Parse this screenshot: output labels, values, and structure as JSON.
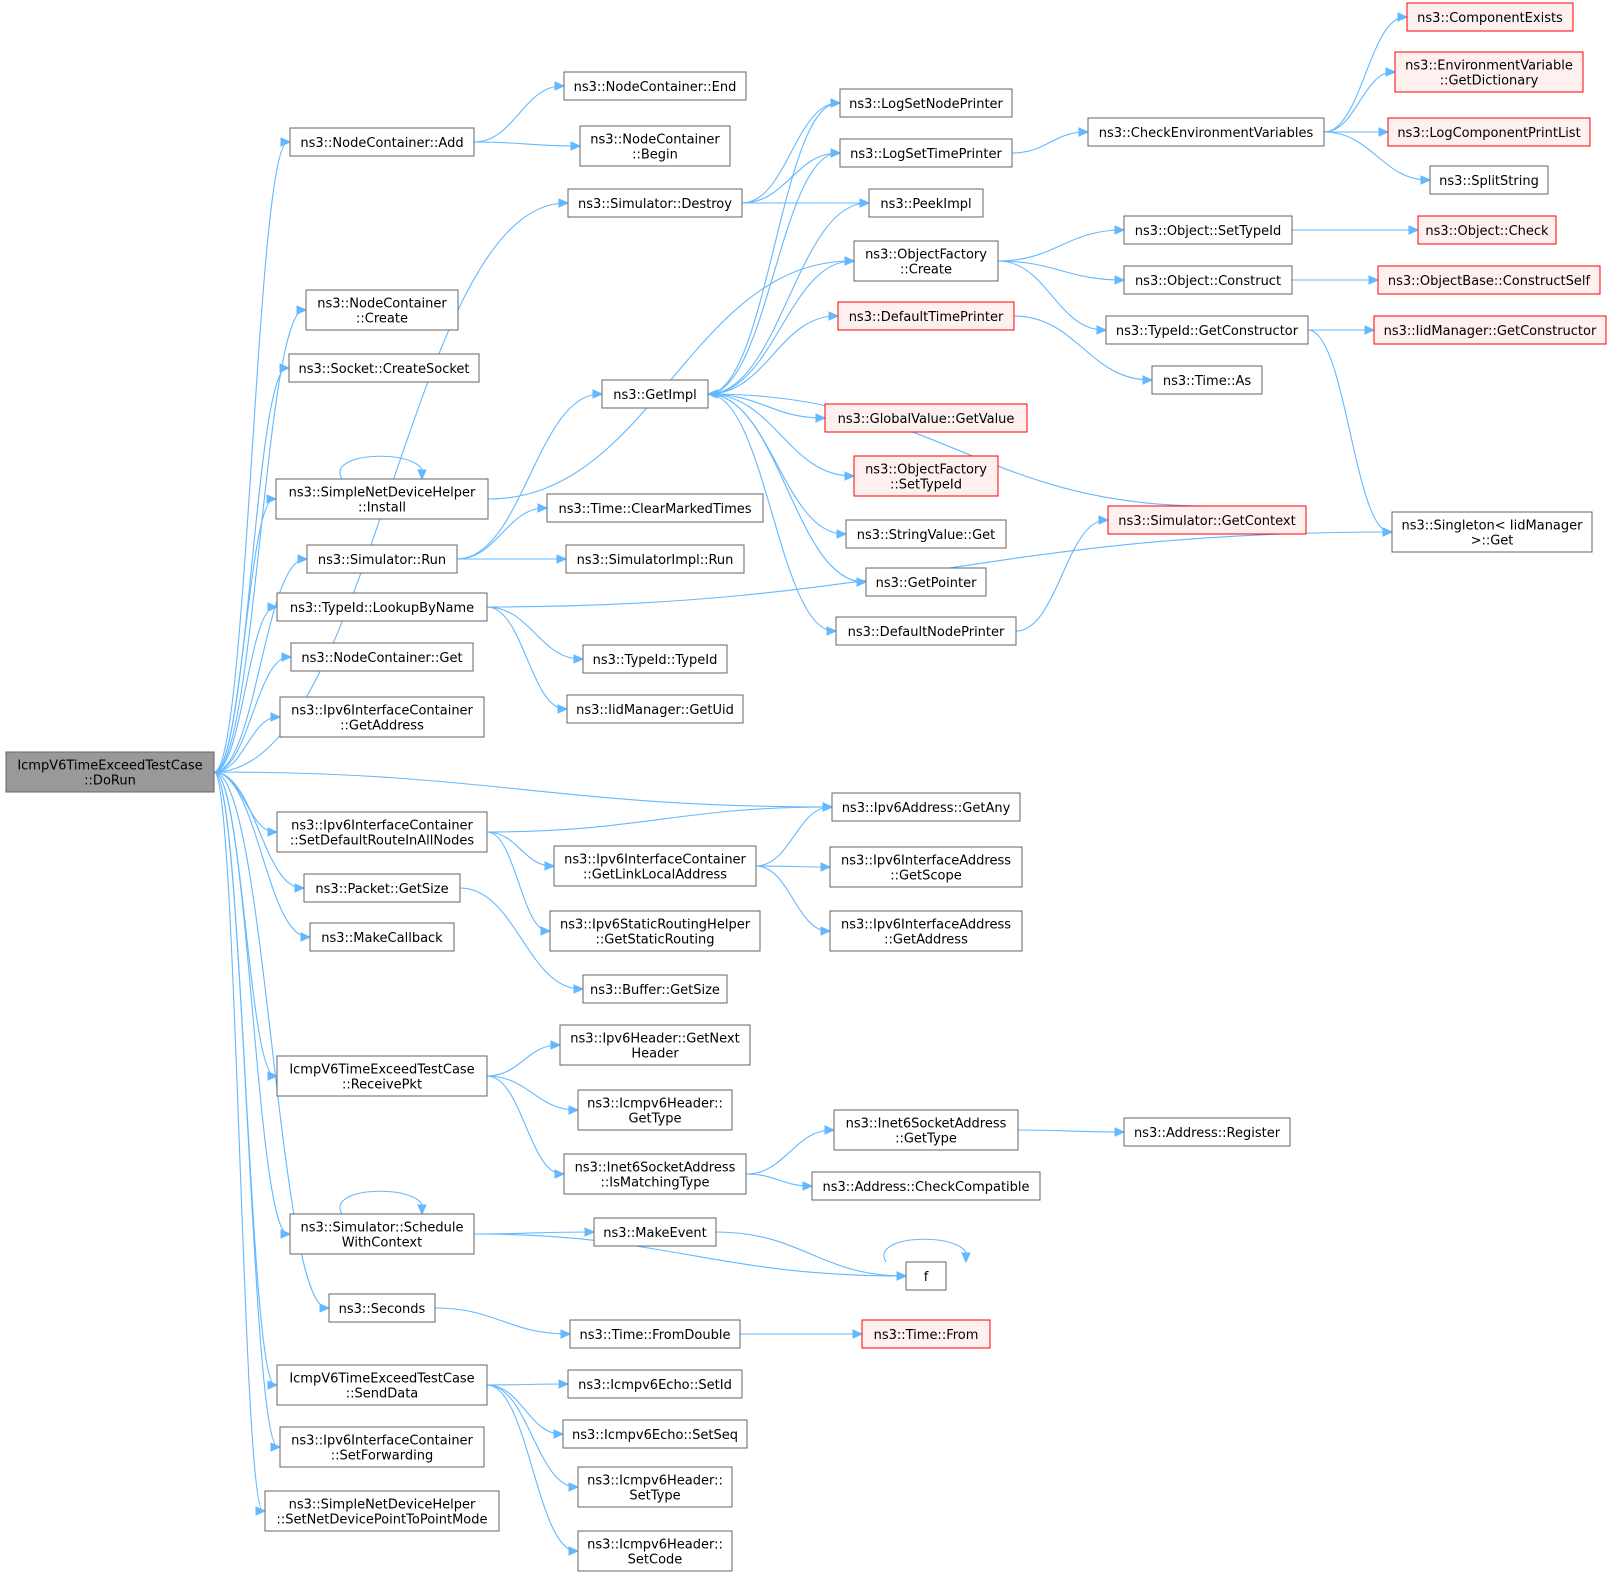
{
  "diagram": {
    "type": "call-graph",
    "edge_color": "#63b8ff",
    "node_border_color": "#666666",
    "root_fill_color": "#999999",
    "external_border_color": "#ff0000",
    "nodes": [
      {
        "id": "root",
        "lines": [
          "IcmpV6TimeExceedTestCase",
          "::DoRun"
        ],
        "style": "root"
      },
      {
        "id": "nc_add",
        "lines": [
          "ns3::NodeContainer::Add"
        ]
      },
      {
        "id": "nc_create",
        "lines": [
          "ns3::NodeContainer",
          "::Create"
        ]
      },
      {
        "id": "sock_create",
        "lines": [
          "ns3::Socket::CreateSocket"
        ]
      },
      {
        "id": "sndh_install",
        "lines": [
          "ns3::SimpleNetDeviceHelper",
          "::Install"
        ]
      },
      {
        "id": "sim_run",
        "lines": [
          "ns3::Simulator::Run"
        ]
      },
      {
        "id": "tid_lookup",
        "lines": [
          "ns3::TypeId::LookupByName"
        ]
      },
      {
        "id": "nc_get",
        "lines": [
          "ns3::NodeContainer::Get"
        ]
      },
      {
        "id": "ipv6ic_getaddr",
        "lines": [
          "ns3::Ipv6InterfaceContainer",
          "::GetAddress"
        ]
      },
      {
        "id": "ipv6ic_setdef",
        "lines": [
          "ns3::Ipv6InterfaceContainer",
          "::SetDefaultRouteInAllNodes"
        ]
      },
      {
        "id": "pkt_getsize",
        "lines": [
          "ns3::Packet::GetSize"
        ]
      },
      {
        "id": "makecb",
        "lines": [
          "ns3::MakeCallback"
        ]
      },
      {
        "id": "recvpkt",
        "lines": [
          "IcmpV6TimeExceedTestCase",
          "::ReceivePkt"
        ]
      },
      {
        "id": "sched",
        "lines": [
          "ns3::Simulator::Schedule",
          "WithContext"
        ]
      },
      {
        "id": "seconds",
        "lines": [
          "ns3::Seconds"
        ]
      },
      {
        "id": "senddata",
        "lines": [
          "IcmpV6TimeExceedTestCase",
          "::SendData"
        ]
      },
      {
        "id": "ipv6ic_setfwd",
        "lines": [
          "ns3::Ipv6InterfaceContainer",
          "::SetForwarding"
        ]
      },
      {
        "id": "sndh_p2p",
        "lines": [
          "ns3::SimpleNetDeviceHelper",
          "::SetNetDevicePointToPointMode"
        ]
      },
      {
        "id": "nc_end",
        "lines": [
          "ns3::NodeContainer::End"
        ]
      },
      {
        "id": "nc_begin",
        "lines": [
          "ns3::NodeContainer",
          "::Begin"
        ]
      },
      {
        "id": "sim_destroy",
        "lines": [
          "ns3::Simulator::Destroy"
        ]
      },
      {
        "id": "getimpl",
        "lines": [
          "ns3::GetImpl"
        ]
      },
      {
        "id": "time_clear",
        "lines": [
          "ns3::Time::ClearMarkedTimes"
        ]
      },
      {
        "id": "simimpl_run",
        "lines": [
          "ns3::SimulatorImpl::Run"
        ]
      },
      {
        "id": "tid_tid",
        "lines": [
          "ns3::TypeId::TypeId"
        ]
      },
      {
        "id": "iid_getuid",
        "lines": [
          "ns3::IidManager::GetUid"
        ]
      },
      {
        "id": "ipv6ic_getlla",
        "lines": [
          "ns3::Ipv6InterfaceContainer",
          "::GetLinkLocalAddress"
        ]
      },
      {
        "id": "ipv6srh",
        "lines": [
          "ns3::Ipv6StaticRoutingHelper",
          "::GetStaticRouting"
        ]
      },
      {
        "id": "buf_getsize",
        "lines": [
          "ns3::Buffer::GetSize"
        ]
      },
      {
        "id": "ipv6h_next",
        "lines": [
          "ns3::Ipv6Header::GetNext",
          "Header"
        ]
      },
      {
        "id": "icmp6h_gettype",
        "lines": [
          "ns3::Icmpv6Header::",
          "GetType"
        ]
      },
      {
        "id": "i6sa_match",
        "lines": [
          "ns3::Inet6SocketAddress",
          "::IsMatchingType"
        ]
      },
      {
        "id": "makeevent",
        "lines": [
          "ns3::MakeEvent"
        ]
      },
      {
        "id": "time_fromdouble",
        "lines": [
          "ns3::Time::FromDouble"
        ]
      },
      {
        "id": "echo_setid",
        "lines": [
          "ns3::Icmpv6Echo::SetId"
        ]
      },
      {
        "id": "echo_setseq",
        "lines": [
          "ns3::Icmpv6Echo::SetSeq"
        ]
      },
      {
        "id": "icmp6h_settype",
        "lines": [
          "ns3::Icmpv6Header::",
          "SetType"
        ]
      },
      {
        "id": "icmp6h_setcode",
        "lines": [
          "ns3::Icmpv6Header::",
          "SetCode"
        ]
      },
      {
        "id": "log_nodeprinter",
        "lines": [
          "ns3::LogSetNodePrinter"
        ]
      },
      {
        "id": "log_timeprinter",
        "lines": [
          "ns3::LogSetTimePrinter"
        ]
      },
      {
        "id": "peekimpl",
        "lines": [
          "ns3::PeekImpl"
        ]
      },
      {
        "id": "of_create",
        "lines": [
          "ns3::ObjectFactory",
          "::Create"
        ]
      },
      {
        "id": "deftimeprinter",
        "lines": [
          "ns3::DefaultTimePrinter"
        ],
        "style": "red"
      },
      {
        "id": "gv_getvalue",
        "lines": [
          "ns3::GlobalValue::GetValue"
        ],
        "style": "red"
      },
      {
        "id": "of_settypeid",
        "lines": [
          "ns3::ObjectFactory",
          "::SetTypeId"
        ],
        "style": "red"
      },
      {
        "id": "sv_get",
        "lines": [
          "ns3::StringValue::Get"
        ]
      },
      {
        "id": "getpointer",
        "lines": [
          "ns3::GetPointer"
        ]
      },
      {
        "id": "defnodeprinter",
        "lines": [
          "ns3::DefaultNodePrinter"
        ]
      },
      {
        "id": "ipv6addr_getany",
        "lines": [
          "ns3::Ipv6Address::GetAny"
        ]
      },
      {
        "id": "ipv6ia_getscope",
        "lines": [
          "ns3::Ipv6InterfaceAddress",
          "::GetScope"
        ]
      },
      {
        "id": "ipv6ia_getaddr",
        "lines": [
          "ns3::Ipv6InterfaceAddress",
          "::GetAddress"
        ]
      },
      {
        "id": "i6sa_gettype",
        "lines": [
          "ns3::Inet6SocketAddress",
          "::GetType"
        ]
      },
      {
        "id": "addr_checkcompat",
        "lines": [
          "ns3::Address::CheckCompatible"
        ]
      },
      {
        "id": "f",
        "lines": [
          "f"
        ]
      },
      {
        "id": "time_from",
        "lines": [
          "ns3::Time::From"
        ],
        "style": "red"
      },
      {
        "id": "checkenv",
        "lines": [
          "ns3::CheckEnvironmentVariables"
        ]
      },
      {
        "id": "obj_settypeid",
        "lines": [
          "ns3::Object::SetTypeId"
        ]
      },
      {
        "id": "obj_construct",
        "lines": [
          "ns3::Object::Construct"
        ]
      },
      {
        "id": "tid_getctor",
        "lines": [
          "ns3::TypeId::GetConstructor"
        ]
      },
      {
        "id": "time_as",
        "lines": [
          "ns3::Time::As"
        ]
      },
      {
        "id": "sim_getcontext",
        "lines": [
          "ns3::Simulator::GetContext"
        ],
        "style": "red"
      },
      {
        "id": "addr_register",
        "lines": [
          "ns3::Address::Register"
        ]
      },
      {
        "id": "compexists",
        "lines": [
          "ns3::ComponentExists"
        ],
        "style": "red"
      },
      {
        "id": "envvar_getdict",
        "lines": [
          "ns3::EnvironmentVariable",
          "::GetDictionary"
        ],
        "style": "red"
      },
      {
        "id": "logcomp_printlist",
        "lines": [
          "ns3::LogComponentPrintList"
        ],
        "style": "red"
      },
      {
        "id": "splitstring",
        "lines": [
          "ns3::SplitString"
        ]
      },
      {
        "id": "obj_check",
        "lines": [
          "ns3::Object::Check"
        ],
        "style": "red"
      },
      {
        "id": "objbase_constructself",
        "lines": [
          "ns3::ObjectBase::ConstructSelf"
        ],
        "style": "red"
      },
      {
        "id": "iid_getctor",
        "lines": [
          "ns3::IidManager::GetConstructor"
        ],
        "style": "red"
      },
      {
        "id": "singleton_get",
        "lines": [
          "ns3::Singleton< IidManager",
          ">::Get"
        ]
      }
    ],
    "edges": [
      [
        "root",
        "nc_add"
      ],
      [
        "root",
        "nc_create"
      ],
      [
        "root",
        "sock_create"
      ],
      [
        "root",
        "sim_destroy"
      ],
      [
        "root",
        "sndh_install"
      ],
      [
        "root",
        "sim_run"
      ],
      [
        "root",
        "tid_lookup"
      ],
      [
        "root",
        "nc_get"
      ],
      [
        "root",
        "ipv6ic_getaddr"
      ],
      [
        "root",
        "ipv6addr_getany"
      ],
      [
        "root",
        "ipv6ic_setdef"
      ],
      [
        "root",
        "pkt_getsize"
      ],
      [
        "root",
        "makecb"
      ],
      [
        "root",
        "recvpkt"
      ],
      [
        "root",
        "sched"
      ],
      [
        "root",
        "seconds"
      ],
      [
        "root",
        "senddata"
      ],
      [
        "root",
        "ipv6ic_setfwd"
      ],
      [
        "root",
        "sndh_p2p"
      ],
      [
        "nc_add",
        "nc_end"
      ],
      [
        "nc_add",
        "nc_begin"
      ],
      [
        "sndh_install",
        "sndh_install"
      ],
      [
        "sndh_install",
        "of_create"
      ],
      [
        "sim_run",
        "getimpl"
      ],
      [
        "sim_run",
        "time_clear"
      ],
      [
        "sim_run",
        "simimpl_run"
      ],
      [
        "tid_lookup",
        "tid_tid"
      ],
      [
        "tid_lookup",
        "iid_getuid"
      ],
      [
        "tid_lookup",
        "singleton_get"
      ],
      [
        "ipv6ic_setdef",
        "ipv6addr_getany"
      ],
      [
        "ipv6ic_setdef",
        "ipv6ic_getlla"
      ],
      [
        "ipv6ic_setdef",
        "ipv6srh"
      ],
      [
        "pkt_getsize",
        "buf_getsize"
      ],
      [
        "recvpkt",
        "ipv6h_next"
      ],
      [
        "recvpkt",
        "icmp6h_gettype"
      ],
      [
        "recvpkt",
        "i6sa_match"
      ],
      [
        "sched",
        "sched"
      ],
      [
        "sched",
        "makeevent"
      ],
      [
        "sched",
        "f"
      ],
      [
        "seconds",
        "time_fromdouble"
      ],
      [
        "senddata",
        "echo_setid"
      ],
      [
        "senddata",
        "echo_setseq"
      ],
      [
        "senddata",
        "icmp6h_settype"
      ],
      [
        "senddata",
        "icmp6h_setcode"
      ],
      [
        "sim_destroy",
        "log_nodeprinter"
      ],
      [
        "sim_destroy",
        "log_timeprinter"
      ],
      [
        "sim_destroy",
        "peekimpl"
      ],
      [
        "getimpl",
        "log_nodeprinter"
      ],
      [
        "getimpl",
        "log_timeprinter"
      ],
      [
        "getimpl",
        "peekimpl"
      ],
      [
        "getimpl",
        "of_create"
      ],
      [
        "getimpl",
        "deftimeprinter"
      ],
      [
        "getimpl",
        "gv_getvalue"
      ],
      [
        "getimpl",
        "of_settypeid"
      ],
      [
        "getimpl",
        "sv_get"
      ],
      [
        "getimpl",
        "getpointer"
      ],
      [
        "getimpl",
        "defnodeprinter"
      ],
      [
        "ipv6ic_getlla",
        "ipv6addr_getany"
      ],
      [
        "ipv6ic_getlla",
        "ipv6ia_getscope"
      ],
      [
        "ipv6ic_getlla",
        "ipv6ia_getaddr"
      ],
      [
        "i6sa_match",
        "i6sa_gettype"
      ],
      [
        "i6sa_match",
        "addr_checkcompat"
      ],
      [
        "makeevent",
        "f"
      ],
      [
        "f",
        "f"
      ],
      [
        "time_fromdouble",
        "time_from"
      ],
      [
        "log_timeprinter",
        "checkenv"
      ],
      [
        "of_create",
        "obj_settypeid"
      ],
      [
        "of_create",
        "obj_construct"
      ],
      [
        "of_create",
        "tid_getctor"
      ],
      [
        "deftimeprinter",
        "time_as"
      ],
      [
        "defnodeprinter",
        "sim_getcontext"
      ],
      [
        "sim_getcontext",
        "getimpl"
      ],
      [
        "i6sa_gettype",
        "addr_register"
      ],
      [
        "checkenv",
        "compexists"
      ],
      [
        "checkenv",
        "envvar_getdict"
      ],
      [
        "checkenv",
        "logcomp_printlist"
      ],
      [
        "checkenv",
        "splitstring"
      ],
      [
        "obj_settypeid",
        "obj_check"
      ],
      [
        "obj_construct",
        "objbase_constructself"
      ],
      [
        "tid_getctor",
        "iid_getctor"
      ],
      [
        "tid_getctor",
        "singleton_get"
      ]
    ]
  }
}
